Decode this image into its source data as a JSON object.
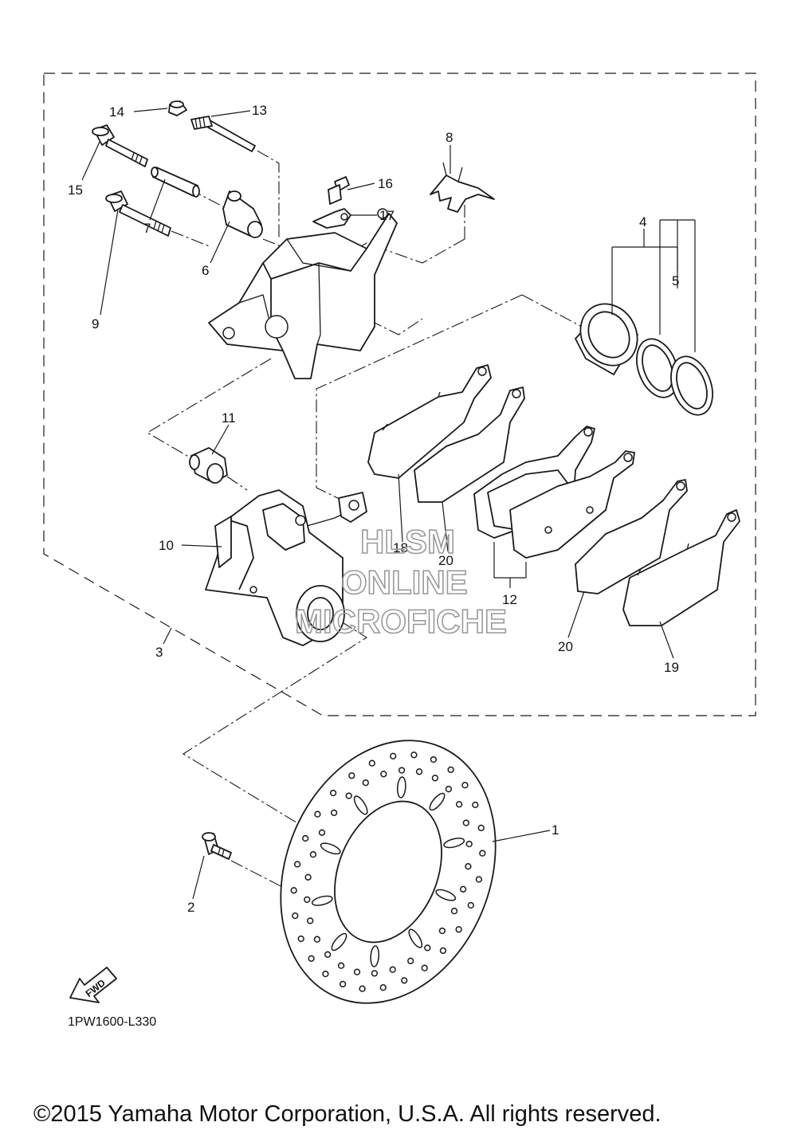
{
  "diagram": {
    "callouts": [
      {
        "id": "1",
        "label": "1"
      },
      {
        "id": "2",
        "label": "2"
      },
      {
        "id": "3",
        "label": "3"
      },
      {
        "id": "4",
        "label": "4"
      },
      {
        "id": "5",
        "label": "5"
      },
      {
        "id": "6",
        "label": "6"
      },
      {
        "id": "7",
        "label": "7"
      },
      {
        "id": "8",
        "label": "8"
      },
      {
        "id": "9",
        "label": "9"
      },
      {
        "id": "10",
        "label": "10"
      },
      {
        "id": "11",
        "label": "11"
      },
      {
        "id": "12",
        "label": "12"
      },
      {
        "id": "13",
        "label": "13"
      },
      {
        "id": "14",
        "label": "14"
      },
      {
        "id": "15",
        "label": "15"
      },
      {
        "id": "16",
        "label": "16"
      },
      {
        "id": "17",
        "label": "17"
      },
      {
        "id": "18",
        "label": "18"
      },
      {
        "id": "19",
        "label": "19"
      },
      {
        "id": "20a",
        "label": "20"
      },
      {
        "id": "20b",
        "label": "20"
      }
    ],
    "fwd_label": "FWD",
    "diagram_code": "1PW1600-L330"
  },
  "watermark": {
    "line1": "HLSM",
    "line2": "ONLINE",
    "line3": "MICROFICHE"
  },
  "footer": {
    "copyright": "©2015 Yamaha Motor Corporation, U.S.A. All rights reserved."
  }
}
